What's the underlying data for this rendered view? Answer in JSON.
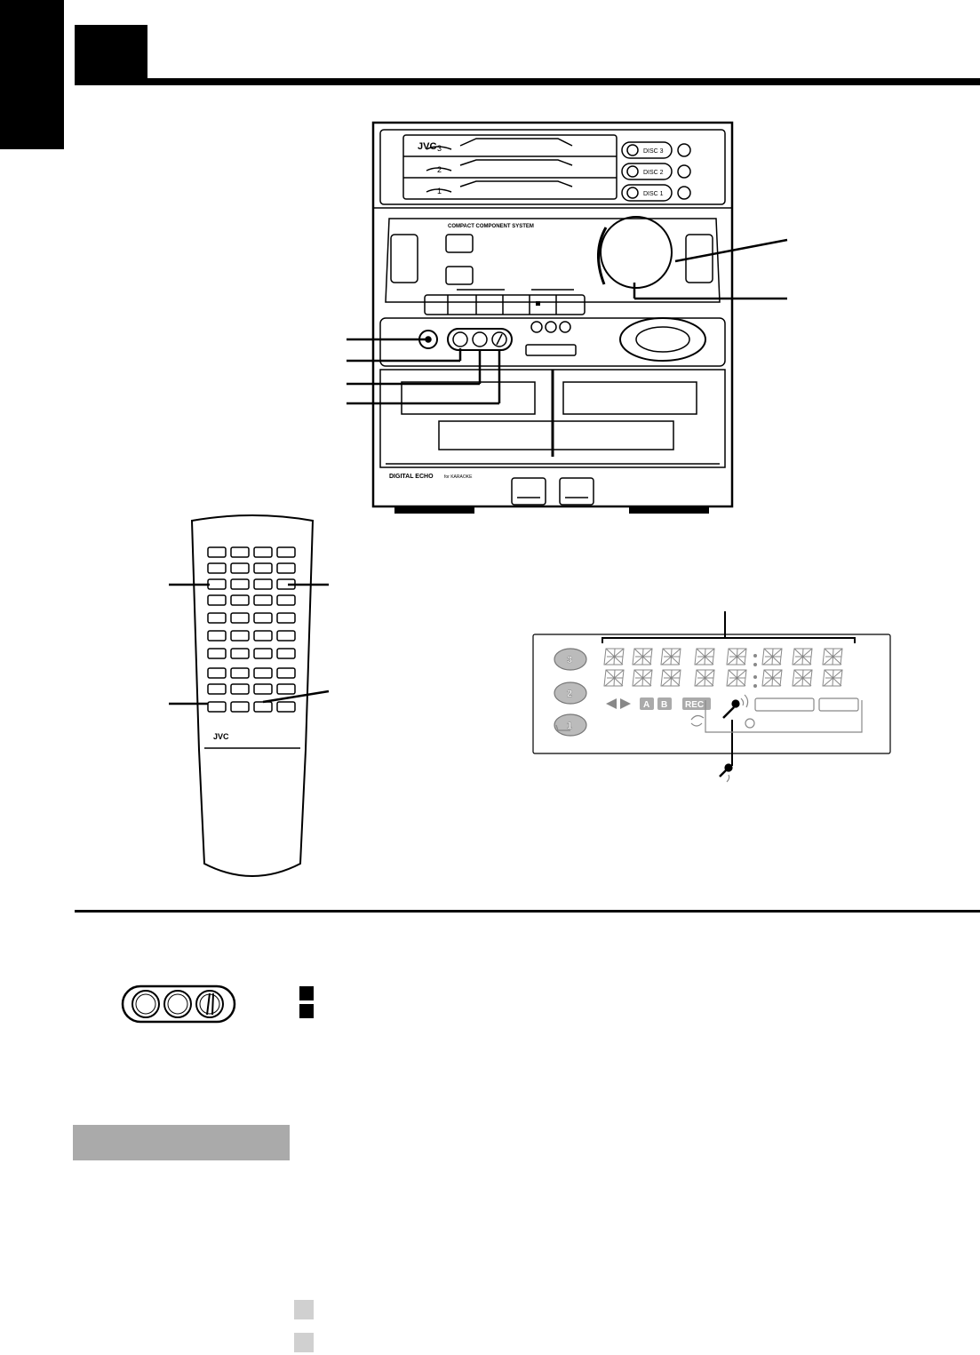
{
  "brand": "JVC",
  "system_label": "COMPACT COMPONENT SYSTEM",
  "echo_label": "DIGITAL ECHO",
  "karaoke_label": "for KARAOKE",
  "disc_labels": [
    "3",
    "2",
    "1"
  ],
  "disc_buttons": [
    "DISC 3",
    "DISC 2",
    "DISC 1"
  ],
  "display": {
    "a_badge": "A",
    "b_badge": "B",
    "rec_badge": "REC",
    "disc_numbers": [
      "3",
      "2",
      "1"
    ]
  },
  "remote_brand": "JVC",
  "colors": {
    "ink": "#000000",
    "grey_bar": "#aaaaaa",
    "grey_square": "#d0d0d0"
  }
}
